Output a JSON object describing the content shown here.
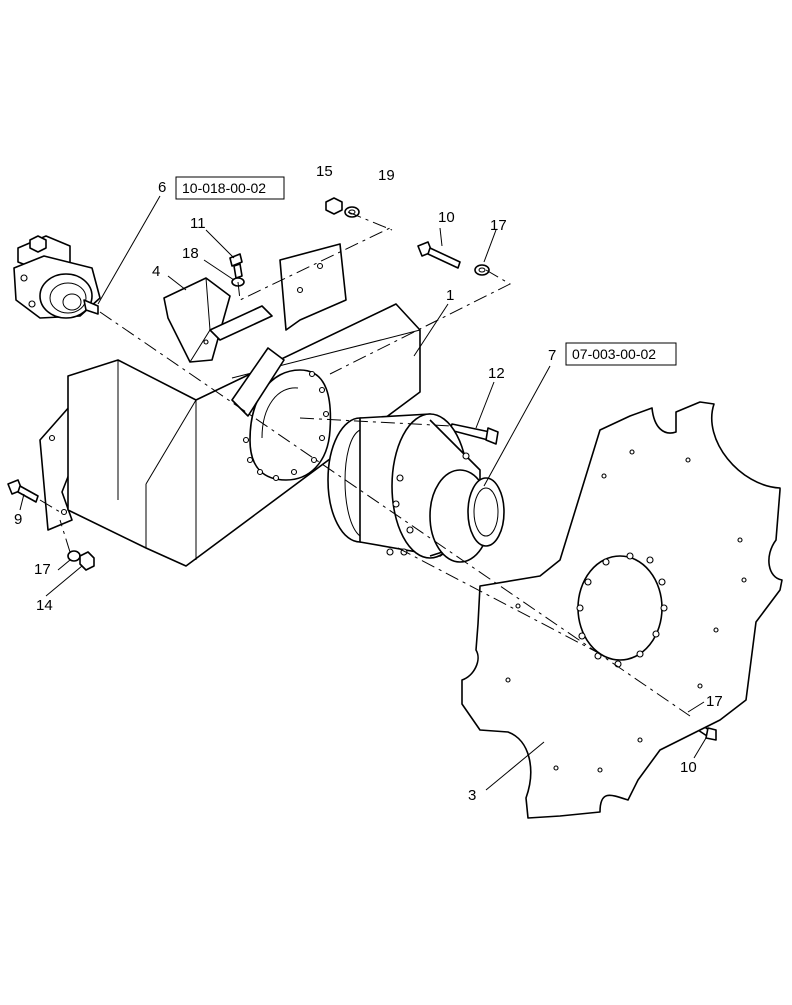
{
  "callouts": [
    {
      "id": "c6",
      "label": "6"
    },
    {
      "id": "c15",
      "label": "15"
    },
    {
      "id": "c19",
      "label": "19"
    },
    {
      "id": "c11",
      "label": "11"
    },
    {
      "id": "c18",
      "label": "18"
    },
    {
      "id": "c4",
      "label": "4"
    },
    {
      "id": "c10a",
      "label": "10"
    },
    {
      "id": "c17a",
      "label": "17"
    },
    {
      "id": "c1",
      "label": "1"
    },
    {
      "id": "c7",
      "label": "7"
    },
    {
      "id": "c12",
      "label": "12"
    },
    {
      "id": "c9",
      "label": "9"
    },
    {
      "id": "c17b",
      "label": "17"
    },
    {
      "id": "c14",
      "label": "14"
    },
    {
      "id": "c17c",
      "label": "17"
    },
    {
      "id": "c10b",
      "label": "10"
    },
    {
      "id": "c3",
      "label": "3"
    }
  ],
  "references": {
    "motor_ref": "10-018-00-02",
    "wheel_ref": "07-003-00-02"
  }
}
